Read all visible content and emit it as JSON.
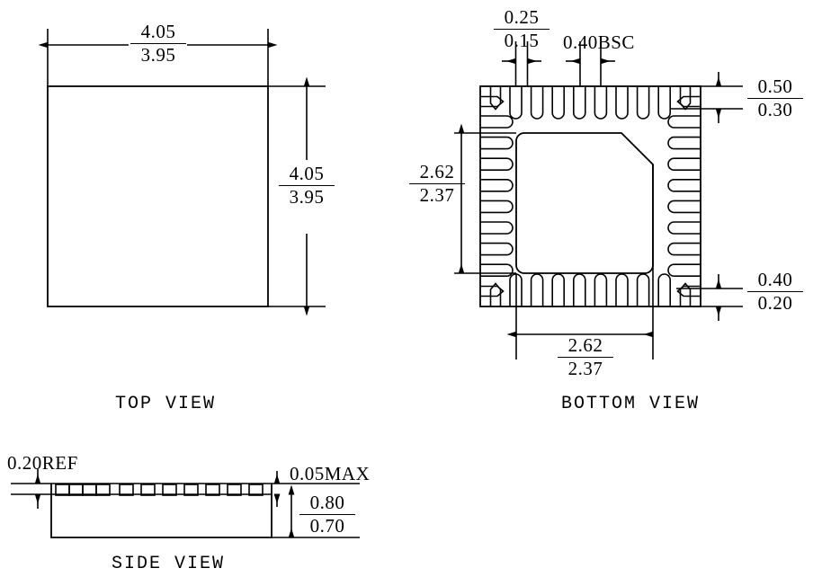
{
  "document": {
    "type": "package-mechanical-drawing",
    "package": "QFN",
    "units": "mm"
  },
  "views": {
    "top": {
      "label": "TOP VIEW",
      "dimensions": {
        "width": {
          "max": "4.05",
          "min": "3.95"
        },
        "height": {
          "max": "4.05",
          "min": "3.95"
        }
      }
    },
    "bottom": {
      "label": "BOTTOM VIEW",
      "pins_per_side": 8,
      "dimensions": {
        "lead_width": {
          "max": "0.25",
          "min": "0.15"
        },
        "pitch": {
          "value": "0.40BSC"
        },
        "lead_length": {
          "max": "0.50",
          "min": "0.30"
        },
        "corner_lead": {
          "max": "0.40",
          "min": "0.20"
        },
        "pad_height": {
          "max": "2.62",
          "min": "2.37"
        },
        "pad_width": {
          "max": "2.62",
          "min": "2.37"
        }
      }
    },
    "side": {
      "label": "SIDE VIEW",
      "dimensions": {
        "lead_thickness": {
          "value": "0.20REF"
        },
        "standoff": {
          "value": "0.05MAX"
        },
        "body_height": {
          "max": "0.80",
          "min": "0.70"
        }
      }
    }
  },
  "style": {
    "line_color": "#000000",
    "background": "#ffffff"
  }
}
